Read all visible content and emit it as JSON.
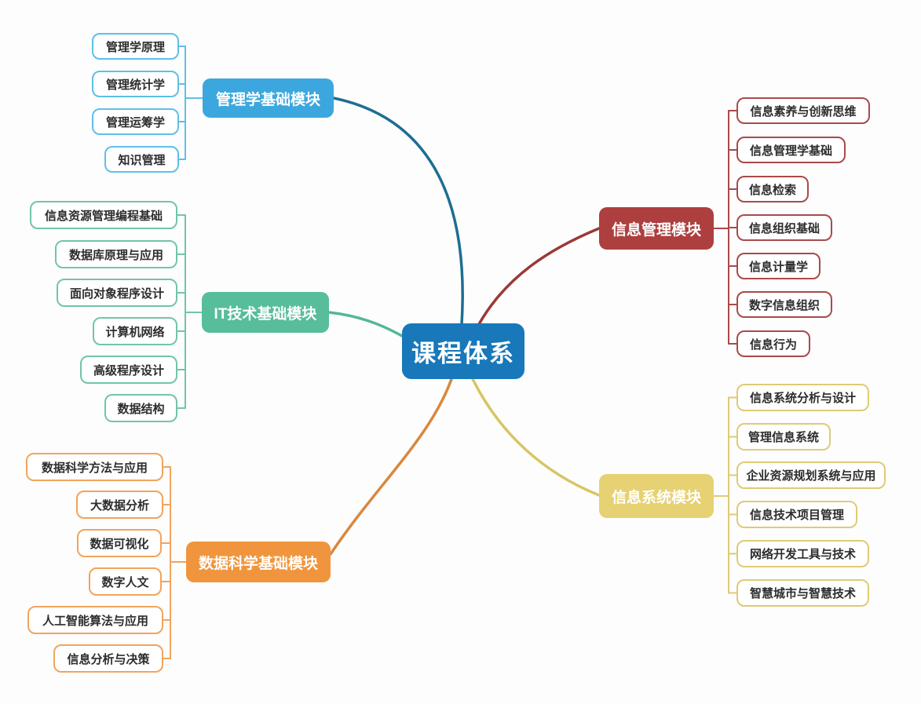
{
  "root": {
    "label": "课程体系",
    "fill": "#1878b9",
    "text_color": "#ffffff"
  },
  "branches": [
    {
      "id": "management",
      "label": "管理学基础模块",
      "side": "left",
      "fill": "#3ba7de",
      "line_color": "#1d6e92",
      "child_border": "#5ec0e8",
      "children": [
        "管理学原理",
        "管理统计学",
        "管理运筹学",
        "知识管理"
      ]
    },
    {
      "id": "it-tech",
      "label": "IT技术基础模块",
      "side": "left",
      "fill": "#58bd9b",
      "line_color": "#55b795",
      "child_border": "#72c5a8",
      "children": [
        "信息资源管理编程基础",
        "数据库原理与应用",
        "面向对象程序设计",
        "计算机网络",
        "高级程序设计",
        "数据结构"
      ]
    },
    {
      "id": "data-science",
      "label": "数据科学基础模块",
      "side": "left",
      "fill": "#f0953e",
      "line_color": "#d8883e",
      "child_border": "#f2a45c",
      "children": [
        "数据科学方法与应用",
        "大数据分析",
        "数据可视化",
        "数字人文",
        "人工智能算法与应用",
        "信息分析与决策"
      ]
    },
    {
      "id": "info-management",
      "label": "信息管理模块",
      "side": "right",
      "fill": "#ae3f3f",
      "line_color": "#9a3939",
      "child_border": "#a94a4a",
      "children": [
        "信息素养与创新思维",
        "信息管理学基础",
        "信息检索",
        "信息组织基础",
        "信息计量学",
        "数字信息组织",
        "信息行为"
      ]
    },
    {
      "id": "info-system",
      "label": "信息系统模块",
      "side": "right",
      "fill": "#e6d173",
      "line_color": "#d9c463",
      "child_border": "#decb76",
      "children": [
        "信息系统分析与设计",
        "管理信息系统",
        "企业资源规划系统与应用",
        "信息技术项目管理",
        "网络开发工具与技术",
        "智慧城市与智慧技术"
      ]
    }
  ]
}
